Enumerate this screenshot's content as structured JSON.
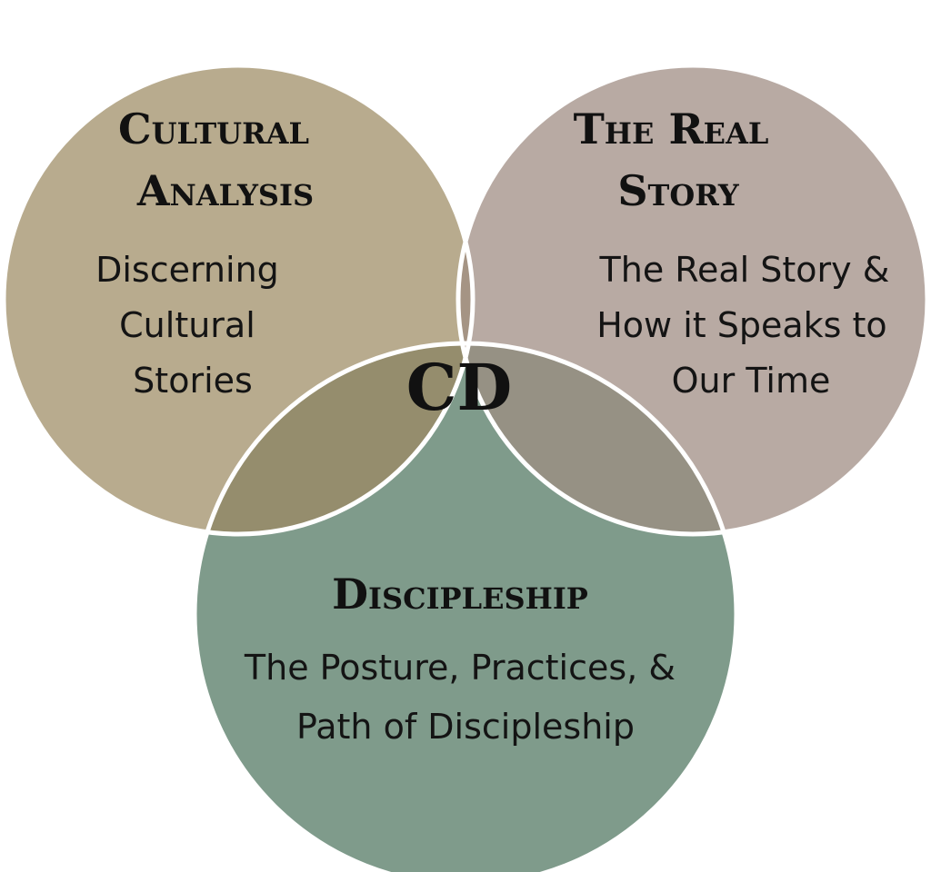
{
  "colors": {
    "background": "#ffffff",
    "outline": "#ffffff",
    "cultural_analysis": "#b8ab8e",
    "real_story": "#b8aaa3",
    "discipleship": "#7f9b8b",
    "overlap_top": "#a59484",
    "overlap_left": "#958d6d",
    "overlap_right": "#969184",
    "overlap_center": "#a08c7c"
  },
  "diagram": {
    "center_label": "CD",
    "circles": [
      {
        "id": "cultural-analysis",
        "title_lines": [
          "Cultural",
          "Analysis"
        ],
        "desc_lines": [
          "Discerning",
          "Cultural",
          "Stories"
        ]
      },
      {
        "id": "real-story",
        "title_lines": [
          "The Real",
          "Story"
        ],
        "desc_lines": [
          "The Real Story &",
          "How it Speaks to",
          "Our Time"
        ]
      },
      {
        "id": "discipleship",
        "title_lines": [
          "Discipleship"
        ],
        "desc_lines": [
          "The Posture, Practices, &",
          "Path of Discipleship"
        ]
      }
    ]
  }
}
